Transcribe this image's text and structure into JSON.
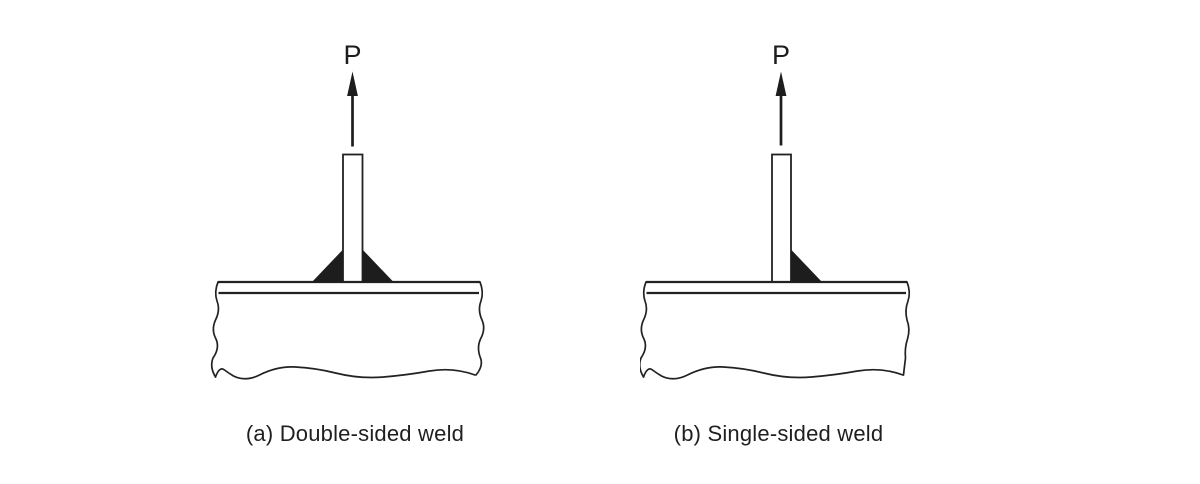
{
  "colors": {
    "background": "#ffffff",
    "line": "#222222",
    "weld_fill": "#1d1d1d"
  },
  "figures": [
    {
      "load_label": "P",
      "caption": "(a) Double-sided weld"
    },
    {
      "load_label": "P",
      "caption": "(b) Single-sided weld"
    }
  ]
}
